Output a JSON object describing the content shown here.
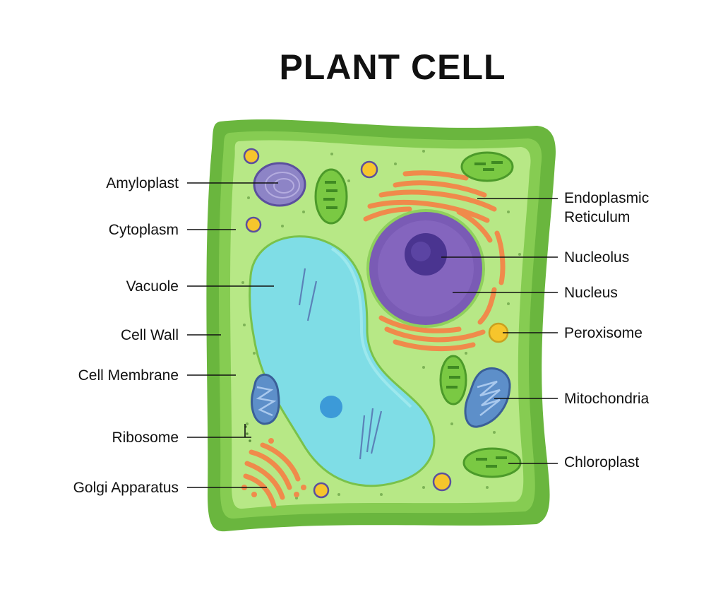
{
  "title": "PLANT CELL",
  "labels": {
    "amyloplast": "Amyloplast",
    "cytoplasm": "Cytoplasm",
    "vacuole": "Vacuole",
    "cell_wall": "Cell Wall",
    "cell_membrane": "Cell Membrane",
    "ribosome": "Ribosome",
    "golgi_apparatus": "Golgi Apparatus",
    "endoplasmic_reticulum_line1": "Endoplasmic",
    "endoplasmic_reticulum_line2": "Reticulum",
    "nucleolus": "Nucleolus",
    "nucleus": "Nucleus",
    "peroxisome": "Peroxisome",
    "mitochondria": "Mitochondria",
    "chloroplast": "Chloroplast"
  },
  "colors": {
    "cell_wall": "#6ab63e",
    "cell_wall_inner": "#86cc52",
    "cytoplasm": "#b7e886",
    "vacuole": "#7fdde6",
    "nucleus": "#7a5bb5",
    "nucleolus": "#4a3490",
    "er": "#f08a4b",
    "chloroplast": "#7ac943",
    "mitochondria": "#5d8fc9",
    "amyloplast": "#8d84c6",
    "peroxisome": "#f6c52c"
  }
}
